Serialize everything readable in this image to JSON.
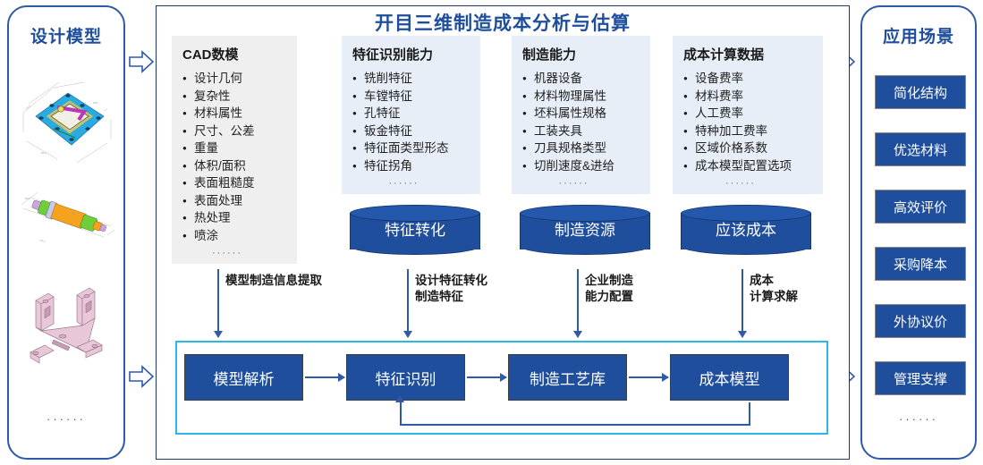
{
  "main": {
    "title": "开目三维制造成本分析与估算"
  },
  "left_panel": {
    "title": "设计模型",
    "ellipsis": "······",
    "thumbnails": [
      {
        "name": "plate-cad-model"
      },
      {
        "name": "shaft-cad-model"
      },
      {
        "name": "sheetmetal-bracket-cad-model"
      }
    ]
  },
  "right_panel": {
    "title": "应用场景",
    "ellipsis": "······",
    "scenarios": [
      {
        "label": "简化结构"
      },
      {
        "label": "优选材料"
      },
      {
        "label": "高效评价"
      },
      {
        "label": "采购降本"
      },
      {
        "label": "外协议价"
      },
      {
        "label": "管理支撑"
      }
    ]
  },
  "columns": [
    {
      "header": "CAD数模",
      "theme": "gray",
      "items": [
        "设计几何",
        "复杂性",
        "材料属性",
        "尺寸、公差",
        "重量",
        "体积/面积",
        "表面粗糙度",
        "表面处理",
        "热处理",
        "喷涂"
      ],
      "dots": "······",
      "cylinder": null
    },
    {
      "header": "特征识别能力",
      "theme": "blue",
      "items": [
        "铣削特征",
        "车镗特征",
        "孔特征",
        "钣金特征",
        "特征面类型形态",
        "特征拐角"
      ],
      "dots": "······",
      "cylinder": "特征转化"
    },
    {
      "header": "制造能力",
      "theme": "blue",
      "items": [
        "机器设备",
        "材料物理属性",
        "坯料属性规格",
        "工装夹具",
        "刀具规格类型",
        "切削速度&进给"
      ],
      "dots": "······",
      "cylinder": "制造资源"
    },
    {
      "header": "成本计算数据",
      "theme": "blue",
      "items": [
        "设备费率",
        "材料费率",
        "人工费率",
        "特种加工费率",
        "区域价格系数",
        "成本模型配置选项"
      ],
      "dots": "······",
      "cylinder": "应该成本"
    }
  ],
  "flow_arrows": [
    {
      "caption": "模型制造信息提取"
    },
    {
      "caption": "设计特征转化\n制造特征",
      "line1": "设计特征转化",
      "line2": "制造特征"
    },
    {
      "caption": "企业制造\n能力配置",
      "line1": "企业制造",
      "line2": "能力配置"
    },
    {
      "caption": "成本\n计算求解",
      "line1": "成本",
      "line2": "计算求解"
    }
  ],
  "flow_boxes": [
    {
      "label": "模型解析"
    },
    {
      "label": "特征识别"
    },
    {
      "label": "制造工艺库"
    },
    {
      "label": "成本模型"
    }
  ],
  "colors": {
    "brand_blue": "#1F4E9C",
    "border_navy": "#1F3864",
    "panel_border": "#2E5AA8",
    "cyan_frame": "#2BB8E8",
    "col_gray": "#EFEFEF",
    "col_blue": "#E8EEF7"
  }
}
